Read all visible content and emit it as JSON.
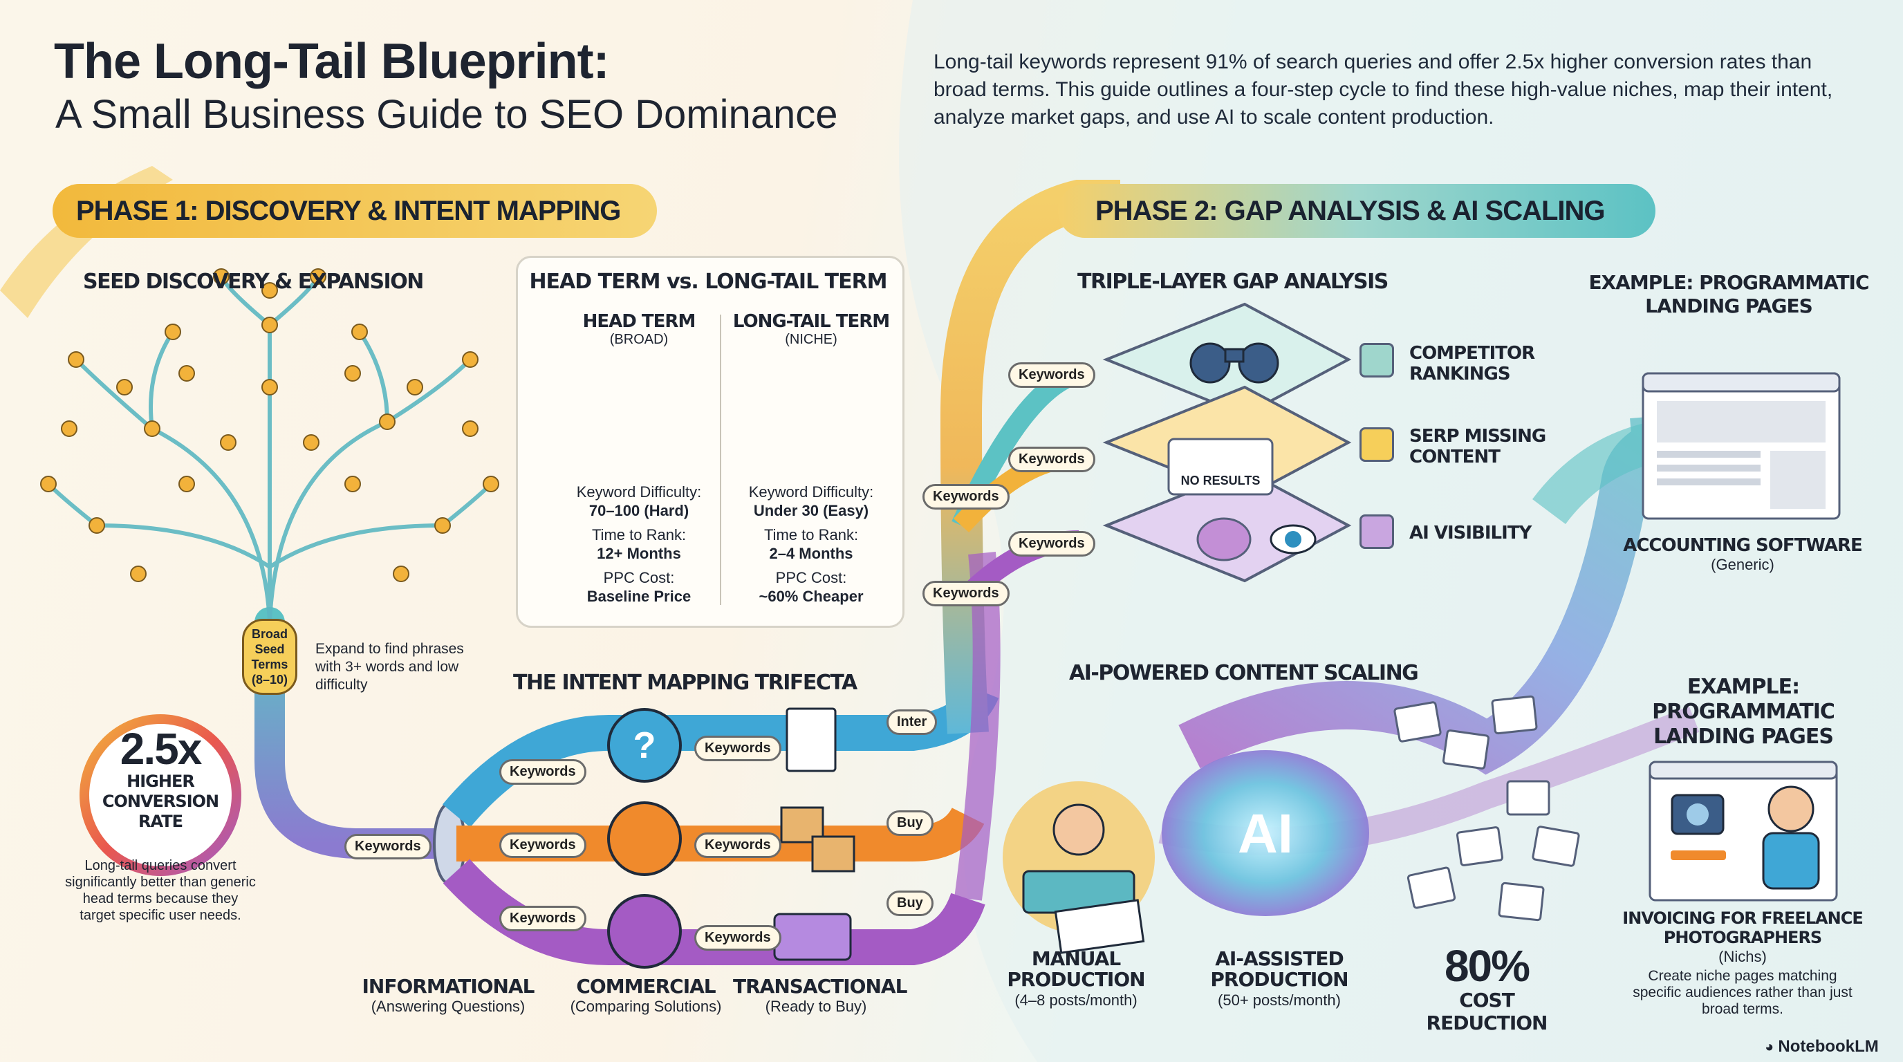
{
  "header": {
    "title_line1": "The Long-Tail Blueprint:",
    "title_line2": "A Small Business Guide to SEO Dominance",
    "intro": "Long-tail keywords represent 91% of search queries and offer 2.5x higher conversion rates than broad terms. This guide outlines a four-step cycle to find these high-value niches, map their intent, analyze market gaps, and use AI to scale content production."
  },
  "phase1": {
    "title": "PHASE 1: DISCOVERY & INTENT MAPPING",
    "seed": {
      "title": "SEED DISCOVERY & EXPANSION",
      "badge": [
        "Broad",
        "Seed",
        "Terms",
        "(8–10)"
      ],
      "note": "Expand to find phrases with 3+ words and low difficulty"
    },
    "stat": {
      "value": "2.5x",
      "label": "HIGHER CONVERSION RATE",
      "note": "Long-tail queries convert significantly better than generic head terms because they target specific user needs."
    },
    "compare": {
      "title": "HEAD TERM vs. LONG-TAIL TERM",
      "head": {
        "name": "HEAD TERM",
        "sub": "(BROAD)",
        "kd_label": "Keyword Difficulty:",
        "kd": "70–100 (Hard)",
        "ttr_label": "Time to Rank:",
        "ttr": "12+ Months",
        "ppc_label": "PPC Cost:",
        "ppc": "Baseline Price"
      },
      "tail": {
        "name": "LONG-TAIL TERM",
        "sub": "(NICHE)",
        "kd_label": "Keyword Difficulty:",
        "kd": "Under 30 (Easy)",
        "ttr_label": "Time to Rank:",
        "ttr": "2–4 Months",
        "ppc_label": "PPC Cost:",
        "ppc": "~60% Cheaper"
      }
    },
    "trifecta": {
      "title": "THE INTENT MAPPING TRIFECTA",
      "keyword_tag": "Keywords",
      "flow_tags": [
        "Inter",
        "Buy",
        "Buy"
      ],
      "intents": [
        {
          "name": "INFORMATIONAL",
          "sub": "(Answering Questions)"
        },
        {
          "name": "COMMERCIAL",
          "sub": "(Comparing Solutions)"
        },
        {
          "name": "TRANSACTIONAL",
          "sub": "(Ready to Buy)"
        }
      ]
    }
  },
  "phase2": {
    "title": "PHASE 2: GAP ANALYSIS & AI SCALING",
    "gap": {
      "title": "TRIPLE-LAYER GAP ANALYSIS",
      "layers": [
        "COMPETITOR RANKINGS",
        "SERP MISSING CONTENT",
        "AI VISIBILITY"
      ],
      "no_results": "NO RESULTS"
    },
    "scaling": {
      "title": "AI-POWERED CONTENT SCALING",
      "ai": "AI",
      "manual": {
        "name": "MANUAL PRODUCTION",
        "sub": "(4–8 posts/month)"
      },
      "assisted": {
        "name": "AI-ASSISTED PRODUCTION",
        "sub": "(50+ posts/month)"
      },
      "saving": {
        "value": "80%",
        "label": "COST REDUCTION"
      }
    },
    "example1": {
      "title": "EXAMPLE: PROGRAMMATIC LANDING PAGES",
      "name": "ACCOUNTING SOFTWARE",
      "sub": "(Generic)"
    },
    "example2": {
      "title": "EXAMPLE: PROGRAMMATIC LANDING PAGES",
      "name": "INVOICING FOR FREELANCE PHOTOGRAPHERS",
      "sub": "(Nichs)",
      "note": "Create niche pages matching specific audiences rather than just broad terms."
    }
  },
  "footer": {
    "brand": "NotebookLM"
  },
  "colors": {
    "yellow": "#f3c24a",
    "teal": "#5cc2c4",
    "blue": "#3fa7d6",
    "orange": "#f08a2c",
    "purple": "#a45bc4",
    "gold": "#e8a93a"
  }
}
